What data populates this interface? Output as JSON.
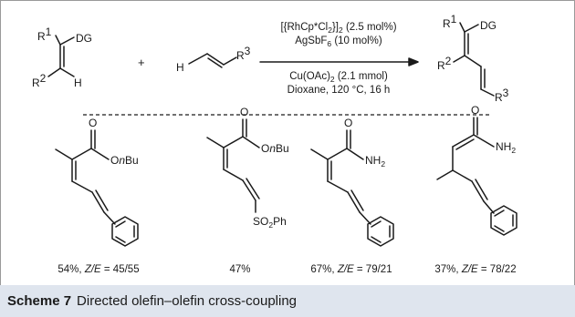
{
  "scheme": {
    "reaction": {
      "substrate_labels": {
        "r1": "R",
        "r1_sup": "1",
        "dg": "DG",
        "r2": "R",
        "r2_sup": "2",
        "h": "H"
      },
      "plus": "+",
      "olefin_labels": {
        "h": "H",
        "r3": "R",
        "r3_sup": "3"
      },
      "conditions_above": [
        {
          "pre": "[{RhCp*Cl",
          "sub": "2",
          "mid": "}]",
          "sub2": "2",
          "post": " (2.5 mol%)"
        },
        {
          "pre": "AgSbF",
          "sub": "6",
          "post": " (10 mol%)"
        }
      ],
      "conditions_below": [
        "Cu(OAc)2 (2.1 mmol)",
        "Dioxane, 120 °C, 16 h"
      ],
      "conditions_below_rich": [
        {
          "pre": "Cu(OAc)",
          "sub": "2",
          "post": " (2.1 mmol)"
        },
        {
          "pre": "Dioxane, 120 °C, 16 h"
        }
      ],
      "product_labels": {
        "r1": "R",
        "r1_sup": "1",
        "dg": "DG",
        "r2": "R",
        "r2_sup": "2",
        "r3": "R",
        "r3_sup": "3"
      }
    },
    "products": [
      {
        "carbonyl_o": "O",
        "substituent": "OnBu",
        "yield": "54%, ",
        "ratio_label": "Z/E",
        "ratio": " = 45/55"
      },
      {
        "carbonyl_o": "O",
        "substituent": "OnBu",
        "terminal": "SO2Ph",
        "yield": "47%"
      },
      {
        "carbonyl_o": "O",
        "substituent": "NH2",
        "yield": "67%, ",
        "ratio_label": "Z/E",
        "ratio": " = 79/21"
      },
      {
        "carbonyl_o": "O",
        "substituent": "NH2",
        "yield": "37%, ",
        "ratio_label": "Z/E",
        "ratio": " = 78/22"
      }
    ]
  },
  "caption": {
    "label": "Scheme 7",
    "text": "Directed olefin–olefin cross-coupling"
  }
}
